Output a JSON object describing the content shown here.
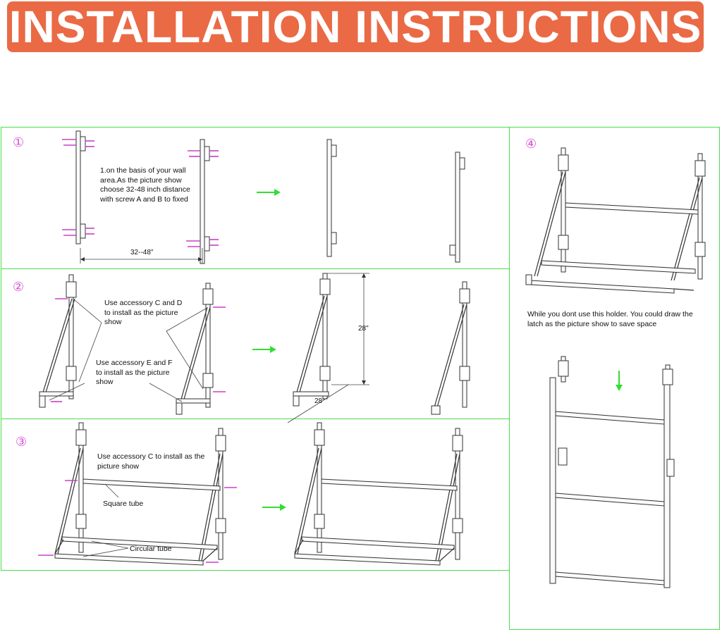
{
  "banner": {
    "title": "INSTALLATION INSTRUCTIONS"
  },
  "steps": [
    {
      "number": "①",
      "text": "1.on the basis of your wall area.As the picture show choose 32-48 inch distance with screw A and B to fixed",
      "dimension": "32--48\""
    },
    {
      "number": "②",
      "text_c_d": "Use accessory C and D to install as the picture show",
      "text_e_f": "Use accessory E and F to install as the picture show",
      "dimension_height": "28\"",
      "dimension_depth": "28\""
    },
    {
      "number": "③",
      "text": "Use accessory C to install as the picture show",
      "label_square": "Square tube",
      "label_circular": "Circular tube"
    },
    {
      "number": "④",
      "text": "While you dont use this holder. You could draw the latch as the picture show to save space"
    }
  ],
  "colors": {
    "banner": "#ea6a45",
    "panel_border": "#4cdc4c",
    "step_number": "#d64fd6",
    "arrow": "#33dd33",
    "screw": "#c840c8"
  }
}
